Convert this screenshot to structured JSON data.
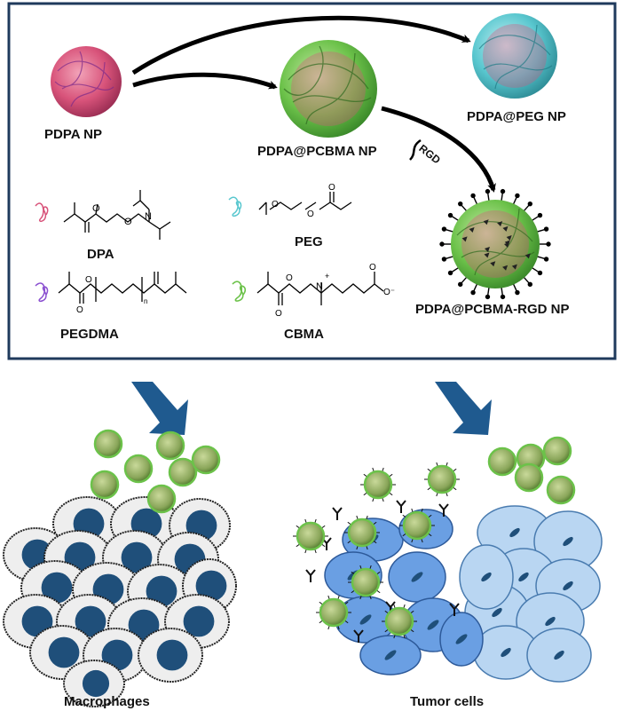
{
  "nanoparticles": {
    "pdpa": "PDPA NP",
    "pdpa_pcbma": "PDPA@PCBMA NP",
    "pdpa_peg": "PDPA@PEG NP",
    "pdpa_pcbma_rgd": "PDPA@PCBMA-RGD NP"
  },
  "reagent_arrow": "RGD",
  "monomers": {
    "dpa": "DPA",
    "peg": "PEG",
    "pegdma": "PEGDMA",
    "cbma": "CBMA"
  },
  "cell_groups": {
    "macrophages": "Macrophages",
    "tumor": "Tumor cells"
  },
  "colors": {
    "frame": "#1f3a5c",
    "pdpa_core": "#d8537a",
    "pcbma_shell": "#6cc24a",
    "peg_shell": "#59c7cf",
    "down_arrow": "#1f5a8f",
    "nucleus": "#1f4f7a",
    "macrophage_body": "#eeeeee",
    "tumor_dark": "#6a9fe3",
    "tumor_light": "#b9d6f2"
  }
}
